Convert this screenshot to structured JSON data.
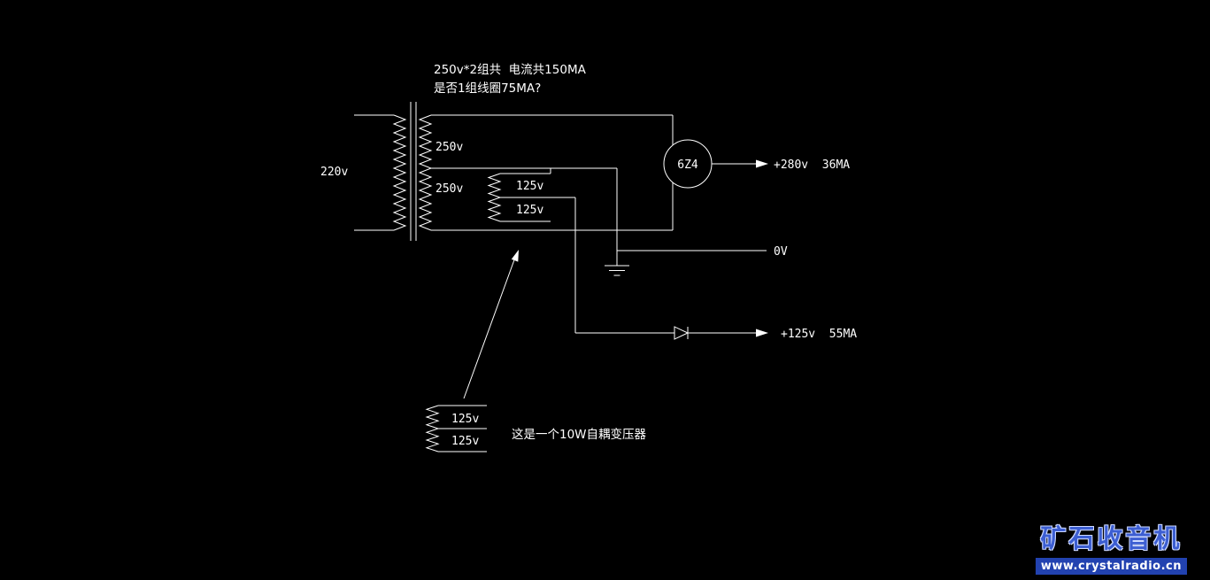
{
  "title_notes": {
    "line1": "250v*2组共  电流共150MA",
    "line2": "是否1组线圈75MA?"
  },
  "transformer": {
    "primary_label": "220v",
    "secondary_winding1": "250v",
    "secondary_winding2": "250v",
    "aux_winding1": "125v",
    "aux_winding2": "125v"
  },
  "rectifier": {
    "tube_label": "6Z4"
  },
  "outputs": {
    "hv": "+280v  36MA",
    "zero": "0V",
    "lv": "+125v  55MA"
  },
  "autotransformer": {
    "winding1": "125v",
    "winding2": "125v",
    "note": "这是一个10W自耦变压器"
  },
  "watermark": {
    "site_name": "矿石收音机",
    "site_url": "www.crystalradio.cn"
  },
  "colors": {
    "background": "#000000",
    "stroke": "#ffffff",
    "watermark_text": "#3c5ed2",
    "watermark_bar": "#2242b0"
  }
}
